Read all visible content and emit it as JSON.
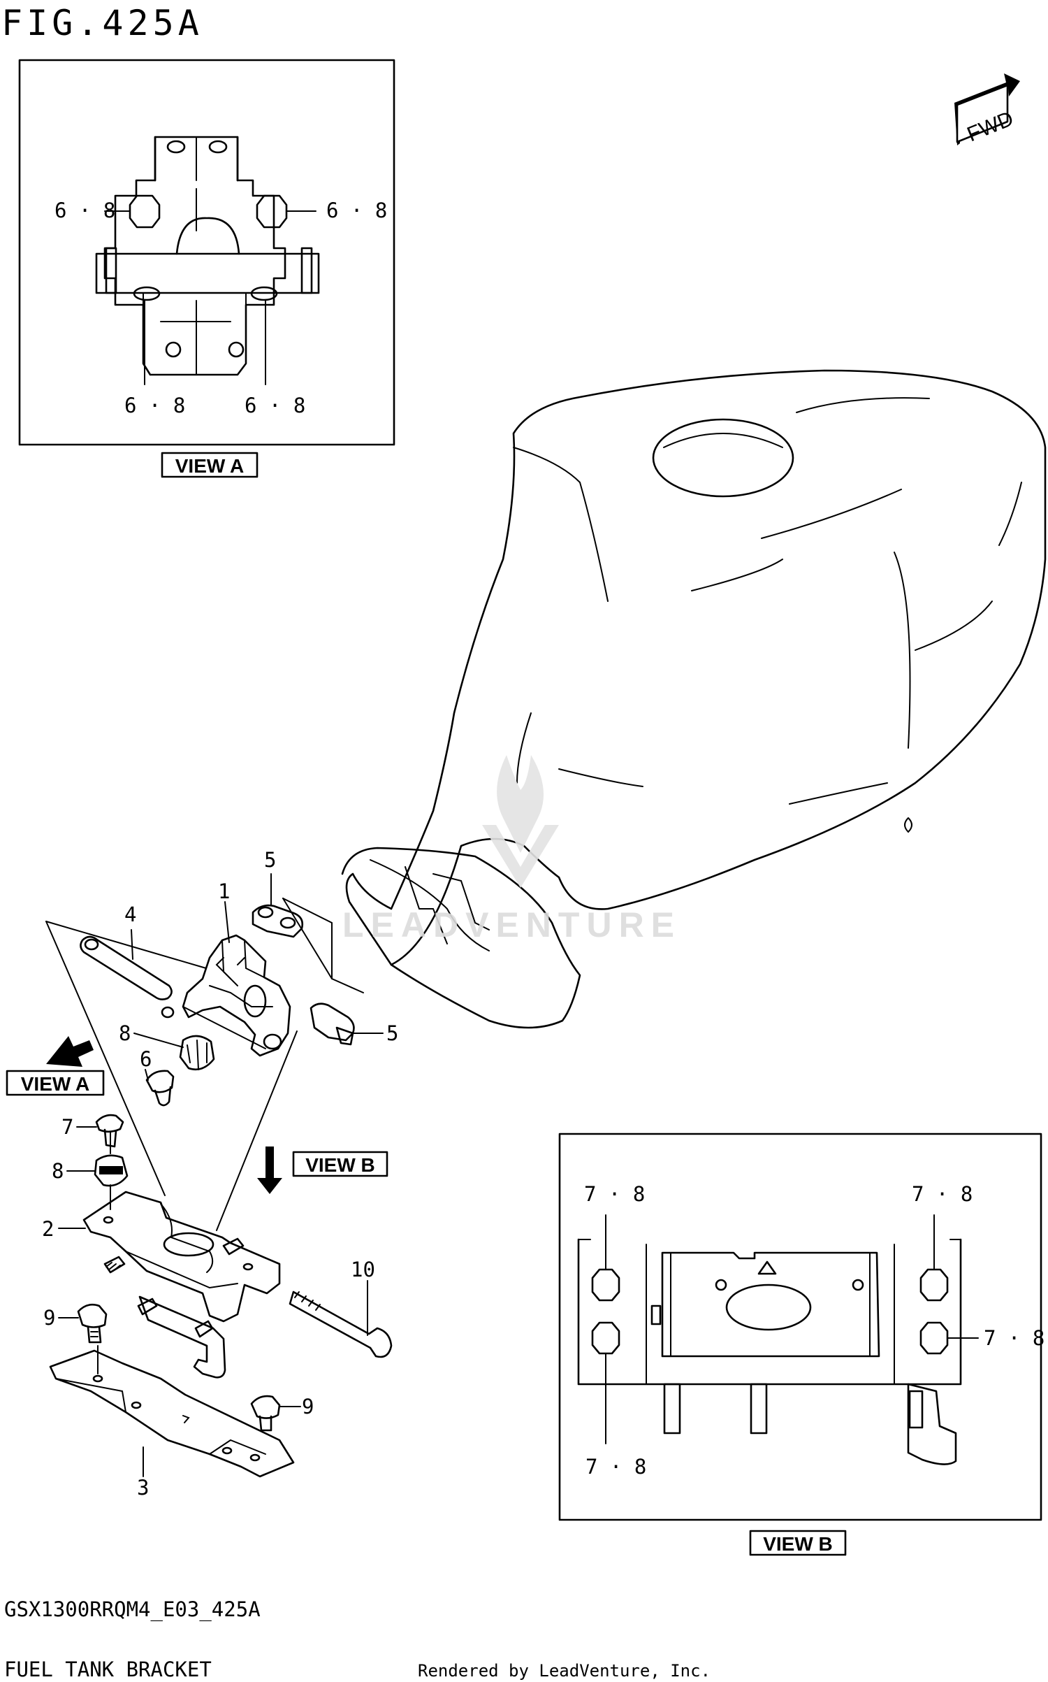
{
  "figure": {
    "title": "FIG.425A",
    "code": "GSX1300RRQM4_E03_425A",
    "name": "FUEL TANK BRACKET",
    "rendered_by": "Rendered by LeadVenture, Inc."
  },
  "watermark": "LEADVENTURE",
  "fwd_label": "FWD",
  "views": {
    "view_a_label": "VIEW A",
    "view_b_label": "VIEW B"
  },
  "view_a_callouts": [
    "6 · 8",
    "6 · 8",
    "6 · 8",
    "6 · 8"
  ],
  "view_b_callouts": [
    "7 · 8",
    "7 · 8",
    "7 · 8",
    "7 · 8"
  ],
  "part_numbers": {
    "p1": "1",
    "p2": "2",
    "p3": "3",
    "p4": "4",
    "p5a": "5",
    "p5b": "5",
    "p6": "6",
    "p7": "7",
    "p8a": "8",
    "p8b": "8",
    "p9a": "9",
    "p9b": "9",
    "p10": "10"
  }
}
